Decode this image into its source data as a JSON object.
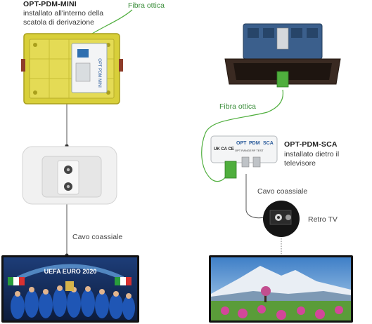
{
  "left": {
    "device_title": "OPT-PDM-MINI",
    "device_subtitle_line1": "installato all'interno della",
    "device_subtitle_line2": "scatola di derivazione",
    "fiber_label": "Fibra ottica",
    "coax_label": "Cavo coassiale",
    "device_face_text": "OPT PDM MINI",
    "tv_banner_line1": "UEFA EURO 2020"
  },
  "right": {
    "fiber_label": "Fibra ottica",
    "device_title": "OPT-PDM-SCA",
    "device_subtitle": "installato dietro il televisore",
    "coax_label": "Cavo coassiale",
    "retro_label": "Retro TV",
    "device_face_text_1": "OPT",
    "device_face_text_2": "PDM",
    "device_face_text_3": "SCA",
    "device_port_1": "OPT RANGE",
    "device_port_2": "RF TEST",
    "marks": "UK CA CE"
  },
  "colors": {
    "fiber_green": "#4fae3d",
    "junction_yellow": "#d8cf3a",
    "frame_brown": "#3a2a22",
    "box_blue": "#3b5f8c"
  }
}
